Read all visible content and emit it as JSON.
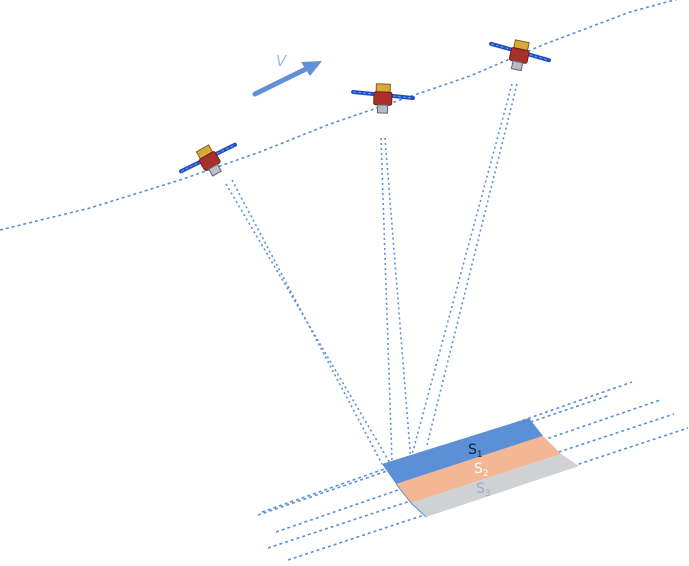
{
  "velocity_label": "V",
  "strips": [
    {
      "label": "S",
      "subscript": "1",
      "color": "#5b8fd6",
      "label_color": "#10233f"
    },
    {
      "label": "S",
      "subscript": "2",
      "color": "#f3b796",
      "label_color": "#ffffff"
    },
    {
      "label": "S",
      "subscript": "3",
      "color": "#cfd1d4",
      "label_color": "#9aaecc"
    }
  ],
  "colors": {
    "line": "#5b8fd6",
    "arrow": "#5f90d8",
    "panel": "#1e4fbf",
    "body_red": "#a8322a",
    "body_gold": "#d8aa3c",
    "lens": "#b7bcc6"
  }
}
